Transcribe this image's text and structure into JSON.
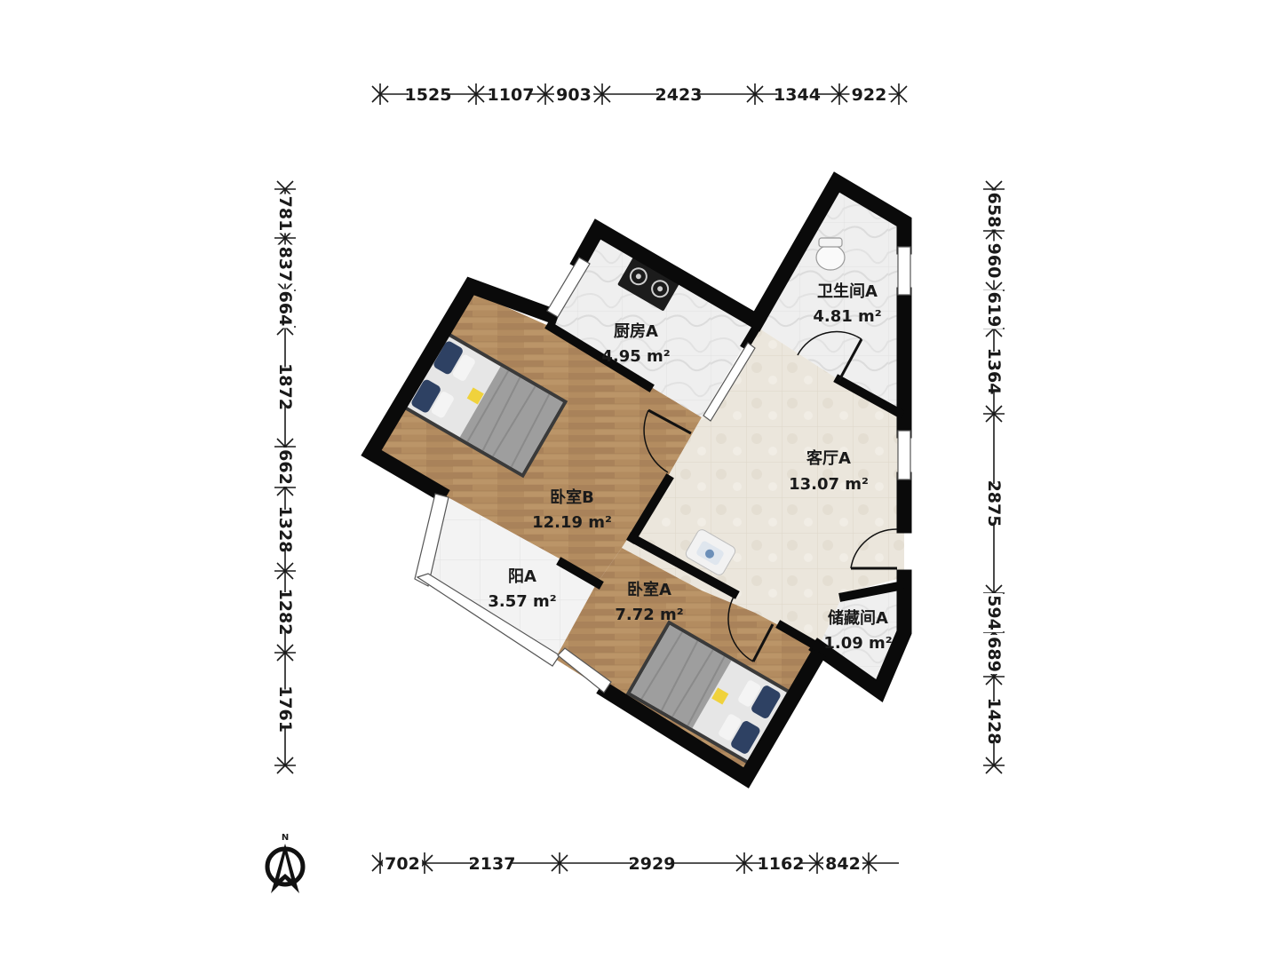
{
  "dimensions": {
    "top": [
      "1525",
      "1107",
      "903",
      "2423",
      "1344",
      "922"
    ],
    "bottom": [
      "702",
      "2137",
      "2929",
      "1162",
      "842"
    ],
    "left": [
      "781",
      "837",
      "664",
      "1872",
      "662",
      "1328",
      "1282",
      "1761"
    ],
    "right": [
      "658",
      "960",
      "619",
      "1364",
      "2875",
      "594",
      "689",
      "1428"
    ]
  },
  "rooms": [
    {
      "name": "厨房A",
      "area": "4.95 m²"
    },
    {
      "name": "卫生间A",
      "area": "4.81 m²"
    },
    {
      "name": "客厅A",
      "area": "13.07 m²"
    },
    {
      "name": "卧室B",
      "area": "12.19 m²"
    },
    {
      "name": "阳A",
      "area": "3.57 m²"
    },
    {
      "name": "卧室A",
      "area": "7.72 m²"
    },
    {
      "name": "储藏间A",
      "area": "1.09 m²"
    }
  ],
  "compass": {
    "label": "N"
  },
  "colors": {
    "wall": "#0a0a0a",
    "wood_floor": "#b08a5e",
    "tile_floor": "#e9e4da",
    "kitchen_floor": "#eeeeee",
    "balcony_floor": "#f2f2f2"
  }
}
